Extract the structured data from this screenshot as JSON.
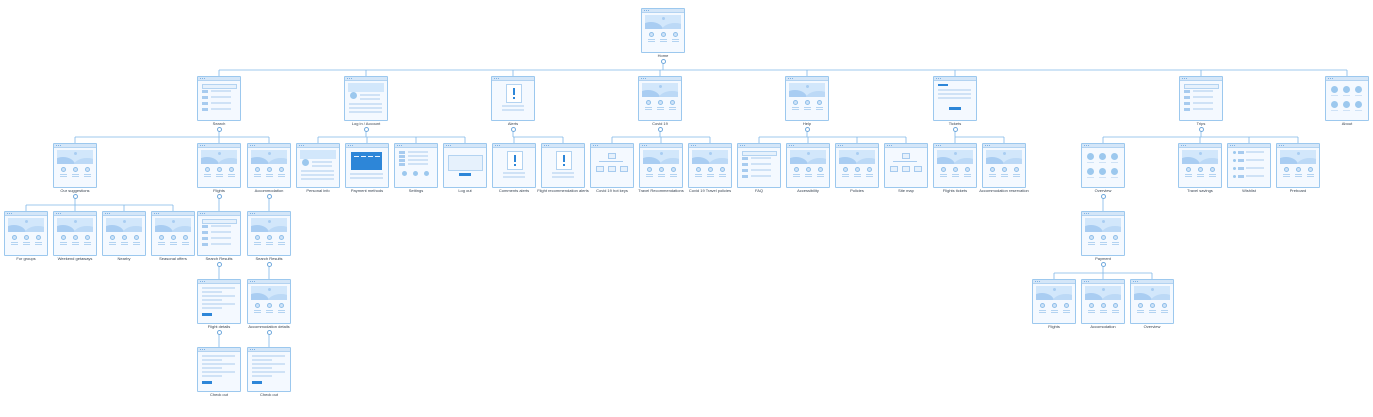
{
  "sitemap": {
    "pages": [
      {
        "id": "home",
        "label": "Home",
        "kind": "home"
      },
      {
        "id": "search",
        "label": "Search",
        "kind": "list"
      },
      {
        "id": "login",
        "label": "Log in / Account",
        "kind": "account"
      },
      {
        "id": "alerts",
        "label": "Alerts",
        "kind": "alert"
      },
      {
        "id": "covid",
        "label": "Covid 19",
        "kind": "home"
      },
      {
        "id": "help",
        "label": "Help",
        "kind": "home"
      },
      {
        "id": "tickets",
        "label": "Tickets",
        "kind": "ticket"
      },
      {
        "id": "trips",
        "label": "Trips",
        "kind": "list"
      },
      {
        "id": "about",
        "label": "About",
        "kind": "people"
      },
      {
        "id": "our_suggestions",
        "label": "Our suggestions",
        "kind": "home"
      },
      {
        "id": "flights",
        "label": "Flights",
        "kind": "home"
      },
      {
        "id": "accommodation",
        "label": "Accommodation",
        "kind": "home"
      },
      {
        "id": "personal_info",
        "label": "Personal info",
        "kind": "account"
      },
      {
        "id": "payment_methods",
        "label": "Payment methods",
        "kind": "payment"
      },
      {
        "id": "settings",
        "label": "Settings",
        "kind": "settings"
      },
      {
        "id": "log_out",
        "label": "Log out",
        "kind": "form"
      },
      {
        "id": "comments_alerts",
        "label": "Comments alerts",
        "kind": "alert"
      },
      {
        "id": "flight_reco_alerts",
        "label": "Flight recommendation alerts",
        "kind": "alert"
      },
      {
        "id": "covid_hot_keys",
        "label": "Covid 19 hot keys",
        "kind": "tree"
      },
      {
        "id": "travel_reco",
        "label": "Travel Recommendations",
        "kind": "home"
      },
      {
        "id": "covid_travel_policies",
        "label": "Covid 19 Travel policies",
        "kind": "home"
      },
      {
        "id": "faq",
        "label": "FAQ",
        "kind": "list"
      },
      {
        "id": "accessibility",
        "label": "Accessibility",
        "kind": "home"
      },
      {
        "id": "policies",
        "label": "Policies",
        "kind": "home"
      },
      {
        "id": "site_map",
        "label": "Site map",
        "kind": "tree"
      },
      {
        "id": "flights_tickets",
        "label": "Flights tickets",
        "kind": "home"
      },
      {
        "id": "accommodation_reservation",
        "label": "Accommodation reservation",
        "kind": "home"
      },
      {
        "id": "overview_trips",
        "label": "Overview",
        "kind": "people"
      },
      {
        "id": "travel_savings",
        "label": "Travel savings",
        "kind": "home"
      },
      {
        "id": "wishlist",
        "label": "Wishlist",
        "kind": "wish"
      },
      {
        "id": "preboard",
        "label": "Preboard",
        "kind": "home"
      },
      {
        "id": "for_groups",
        "label": "For groups",
        "kind": "home"
      },
      {
        "id": "weekend_getaways",
        "label": "Weekend getaways",
        "kind": "home"
      },
      {
        "id": "nearby",
        "label": "Nearby",
        "kind": "home"
      },
      {
        "id": "seasonal_offers",
        "label": "Seasonal offers",
        "kind": "home"
      },
      {
        "id": "search_results_flights",
        "label": "Search Results",
        "kind": "list"
      },
      {
        "id": "search_results_acc",
        "label": "Search Results",
        "kind": "home"
      },
      {
        "id": "payment",
        "label": "Payment",
        "kind": "home"
      },
      {
        "id": "flight_details",
        "label": "Flight details",
        "kind": "details"
      },
      {
        "id": "accommodation_details",
        "label": "Accommodation details",
        "kind": "home"
      },
      {
        "id": "checkout_flight",
        "label": "Check out",
        "kind": "checkout"
      },
      {
        "id": "checkout_acc",
        "label": "Check out",
        "kind": "checkout"
      },
      {
        "id": "flights_payment",
        "label": "Flights",
        "kind": "home"
      },
      {
        "id": "accomodation_payment",
        "label": "Accomodation",
        "kind": "home"
      },
      {
        "id": "overview_payment",
        "label": "Overview",
        "kind": "home"
      }
    ],
    "connections": [
      {
        "parent": "home",
        "children": [
          "search",
          "login",
          "alerts",
          "covid",
          "help",
          "tickets",
          "trips",
          "about"
        ]
      },
      {
        "parent": "search",
        "children": [
          "our_suggestions",
          "flights",
          "accommodation"
        ]
      },
      {
        "parent": "login",
        "children": [
          "personal_info",
          "payment_methods",
          "settings",
          "log_out"
        ]
      },
      {
        "parent": "alerts",
        "children": [
          "comments_alerts",
          "flight_reco_alerts"
        ]
      },
      {
        "parent": "covid",
        "children": [
          "covid_hot_keys",
          "travel_reco",
          "covid_travel_policies"
        ]
      },
      {
        "parent": "help",
        "children": [
          "faq",
          "accessibility",
          "policies",
          "site_map"
        ]
      },
      {
        "parent": "tickets",
        "children": [
          "flights_tickets",
          "accommodation_reservation"
        ]
      },
      {
        "parent": "trips",
        "children": [
          "overview_trips",
          "travel_savings",
          "wishlist",
          "preboard"
        ]
      },
      {
        "parent": "our_suggestions",
        "children": [
          "for_groups",
          "weekend_getaways",
          "nearby",
          "seasonal_offers"
        ]
      },
      {
        "parent": "flights",
        "children": [
          "search_results_flights"
        ]
      },
      {
        "parent": "accommodation",
        "children": [
          "search_results_acc"
        ]
      },
      {
        "parent": "overview_trips",
        "children": [
          "payment"
        ]
      },
      {
        "parent": "search_results_flights",
        "children": [
          "flight_details"
        ]
      },
      {
        "parent": "search_results_acc",
        "children": [
          "accommodation_details"
        ]
      },
      {
        "parent": "flight_details",
        "children": [
          "checkout_flight"
        ]
      },
      {
        "parent": "accommodation_details",
        "children": [
          "checkout_acc"
        ]
      },
      {
        "parent": "payment",
        "children": [
          "flights_payment",
          "accomodation_payment",
          "overview_payment"
        ]
      }
    ]
  },
  "colors": {
    "accent": "#2d86d8",
    "line": "#7fb8e8",
    "frame": "#9cc8ee",
    "label": "#333f4d"
  }
}
